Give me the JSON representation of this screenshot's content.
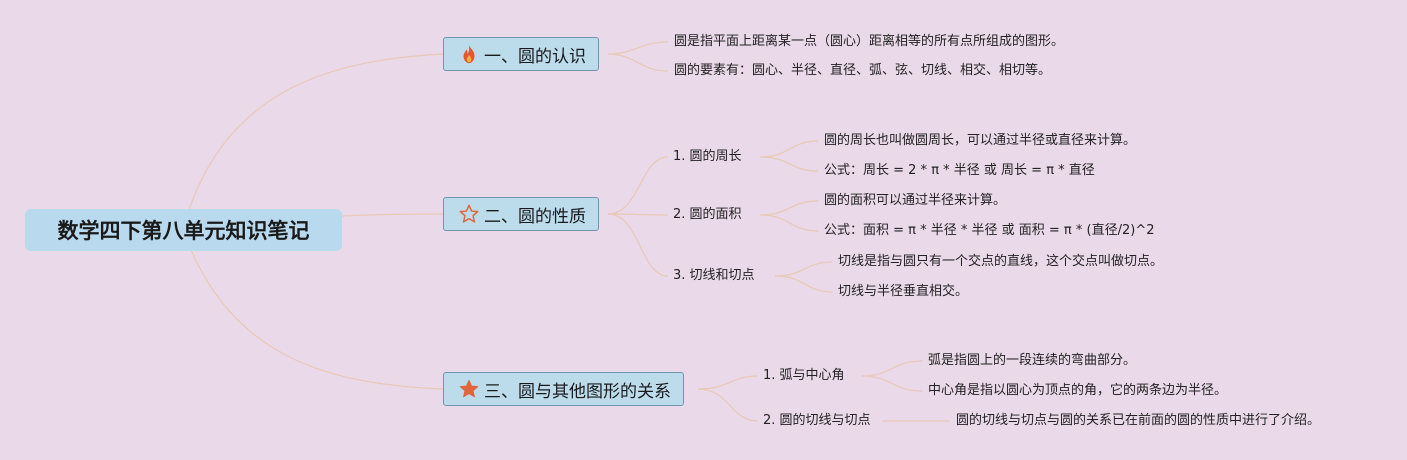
{
  "root": {
    "title": "数学四下第八单元知识笔记"
  },
  "topics": [
    {
      "label": "一、圆的认识",
      "icon": "fire-icon",
      "leaves": [
        "圆是指平面上距离某一点（圆心）距离相等的所有点所组成的图形。",
        "圆的要素有：圆心、半径、直径、弧、弦、切线、相交、相切等。"
      ]
    },
    {
      "label": "二、圆的性质",
      "icon": "star-outline-icon",
      "subs": [
        {
          "label": "1. 圆的周长",
          "leaves": [
            "圆的周长也叫做圆周长，可以通过半径或直径来计算。",
            "公式：周长 = 2 * π * 半径 或 周长 = π * 直径"
          ]
        },
        {
          "label": "2. 圆的面积",
          "leaves": [
            "圆的面积可以通过半径来计算。",
            "公式：面积 = π * 半径 * 半径 或 面积 = π * (直径/2)^2"
          ]
        },
        {
          "label": "3. 切线和切点",
          "leaves": [
            "切线是指与圆只有一个交点的直线，这个交点叫做切点。",
            "切线与半径垂直相交。"
          ]
        }
      ]
    },
    {
      "label": "三、圆与其他图形的关系",
      "icon": "star-filled-icon",
      "subs": [
        {
          "label": "1. 弧与中心角",
          "leaves": [
            "弧是指圆上的一段连续的弯曲部分。",
            "中心角是指以圆心为顶点的角，它的两条边为半径。"
          ]
        },
        {
          "label": "2. 圆的切线与切点",
          "leaves": [
            "圆的切线与切点与圆的关系已在前面的圆的性质中进行了介绍。"
          ]
        }
      ]
    }
  ],
  "colors": {
    "background": "#ead9e8",
    "node_fill": "#bcdcec",
    "node_border": "#6f96ad",
    "link": "#e8c9b6",
    "fire": "#e8542b",
    "star": "#e0653a"
  }
}
